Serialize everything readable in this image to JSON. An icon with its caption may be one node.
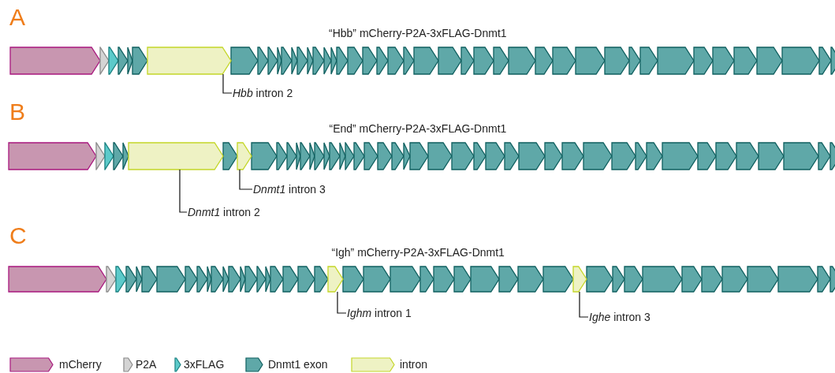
{
  "diagram": {
    "nodes": [
      {
        "text": [
          "*Hbb* intron 2"
        ]
      },
      {
        "text": [],
        "shape": "arrow"
      },
      {
        "text": [
          "*Dnmt1* intron 2"
        ]
      },
      {
        "text": [],
        "shape": "arrow"
      },
      {
        "text": [
          "*Dnmt1* intron 3"
        ]
      },
      {
        "text": [],
        "shape": "arrow"
      },
      {
        "text": [
          "*Ighm* intron 1"
        ]
      },
      {
        "text": [],
        "shape": "arrow"
      },
      {
        "text": [
          "*Ighe* intron 3"
        ]
      },
      {
        "text": [],
        "shape": "arrow"
      }
    ],
    "edges": [
      {
        "from": 0,
        "to": 1,
        "arrow": "none"
      },
      {
        "from": 2,
        "to": 3,
        "arrow": "none"
      },
      {
        "from": 4,
        "to": 5,
        "arrow": "none"
      },
      {
        "from": 6,
        "to": 7,
        "arrow": "none"
      },
      {
        "from": 8,
        "to": 9,
        "arrow": "none"
      }
    ],
    "labels": [
      "A",
      "“Hbb” mCherry-P2A-3xFLAG-Dnmt1",
      "B",
      "“End” mCherry-P2A-3xFLAG-Dnmt1",
      "C",
      "“Igh” mCherry-P2A-3xFLAG-Dnmt1"
    ],
    "legend": [
      {
        "text": "mCherry",
        "color": "#c896b0"
      },
      {
        "text": "P2A",
        "color": "#d4d4d4"
      },
      {
        "text": "3xFLAG",
        "color": "#5ccaca"
      },
      {
        "text": "Dnmt1 exon",
        "color": "#5fa8a8"
      },
      {
        "text": "intron",
        "color": "#eef2c4"
      }
    ]
  }
}
